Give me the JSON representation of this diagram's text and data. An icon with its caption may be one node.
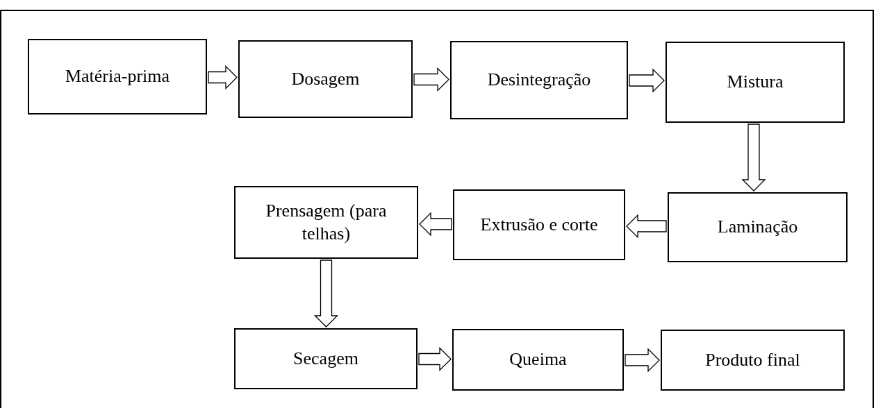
{
  "diagram": {
    "nodes": [
      {
        "text": [
          "Matéria-prima"
        ]
      },
      {
        "text": [
          "Dosagem"
        ]
      },
      {
        "text": [
          "Desintegração"
        ]
      },
      {
        "text": [
          "Mistura"
        ]
      },
      {
        "text": [
          "Laminação"
        ]
      },
      {
        "text": [
          "Extrusão e corte"
        ]
      },
      {
        "text": [
          "Prensagem (para telhas)"
        ]
      },
      {
        "text": [
          "Secagem"
        ]
      },
      {
        "text": [
          "Queima"
        ]
      },
      {
        "text": [
          "Produto final"
        ]
      }
    ],
    "edges": [
      {
        "from": 0,
        "to": 1,
        "arrow": "to"
      },
      {
        "from": 1,
        "to": 2,
        "arrow": "to"
      },
      {
        "from": 2,
        "to": 3,
        "arrow": "to"
      },
      {
        "from": 3,
        "to": 4,
        "arrow": "to"
      },
      {
        "from": 4,
        "to": 5,
        "arrow": "to"
      },
      {
        "from": 5,
        "to": 6,
        "arrow": "to"
      },
      {
        "from": 6,
        "to": 7,
        "arrow": "to"
      },
      {
        "from": 7,
        "to": 8,
        "arrow": "to"
      },
      {
        "from": 8,
        "to": 9,
        "arrow": "to"
      }
    ]
  }
}
